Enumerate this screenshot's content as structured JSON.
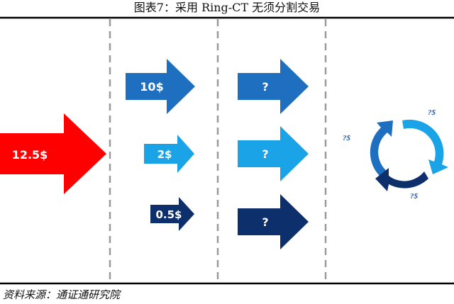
{
  "title": "图表7：采用 Ring-CT 无须分割交易",
  "source": "资料来源：通证通研究院",
  "input": {
    "label": "12.5$",
    "color": "#ff0000"
  },
  "outputs": [
    {
      "label": "10$",
      "color": "#1e6fc0"
    },
    {
      "label": "2$",
      "color": "#1aa3e6"
    },
    {
      "label": "0.5$",
      "color": "#0d2f6b"
    }
  ],
  "mixed": [
    {
      "label": "?",
      "color": "#1e6fc0"
    },
    {
      "label": "?",
      "color": "#1aa3e6"
    },
    {
      "label": "?",
      "color": "#0d2f6b"
    }
  ],
  "cycle_marks": [
    "?$",
    "?$",
    "?$"
  ],
  "cycle_colors": [
    "#1e6fc0",
    "#1aa3e6",
    "#0d2f6b"
  ]
}
